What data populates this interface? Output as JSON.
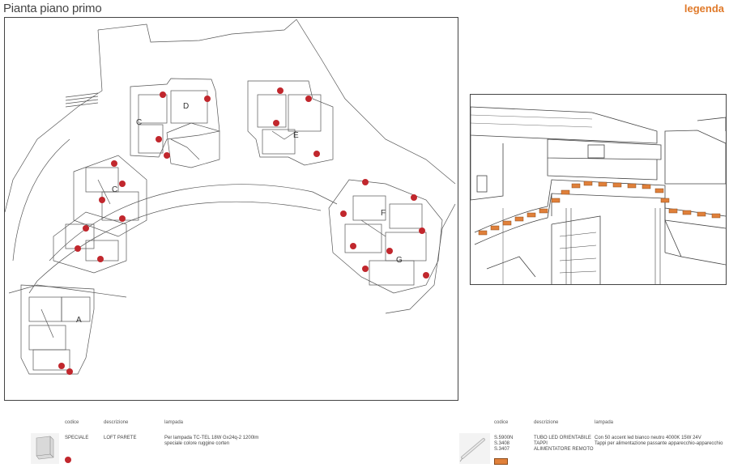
{
  "page": {
    "title": "Pianta piano primo",
    "legend_heading": "legenda"
  },
  "plan": {
    "apartment_labels": [
      "A",
      "C",
      "C",
      "D",
      "E",
      "F",
      "G"
    ],
    "fixture_color": "#c1272d"
  },
  "detail_view": {
    "led_color": "#e0803a"
  },
  "legend": {
    "headers": {
      "code": "codice",
      "description": "descrizione",
      "lamp": "lampada"
    },
    "items": [
      {
        "code": "SPECIALE",
        "description": "LOFT PARETE",
        "lamp": "Per lampada TC-TEL 18W Gx24q-2 1200lm\nspeciale colore ruggine corten",
        "symbol": "red-dot"
      },
      {
        "code": "S.5900N\nS.3408\nS.3407",
        "description": "TUBO LED ORIENTABILE\nTAPPI\nALIMENTATORE REMOTO",
        "lamp": "Con 50 accent led bianco neutro 4000K 15W 24V\nTappi per alimentazione passante apparecchio-apparecchio",
        "symbol": "orange-bar"
      }
    ]
  }
}
